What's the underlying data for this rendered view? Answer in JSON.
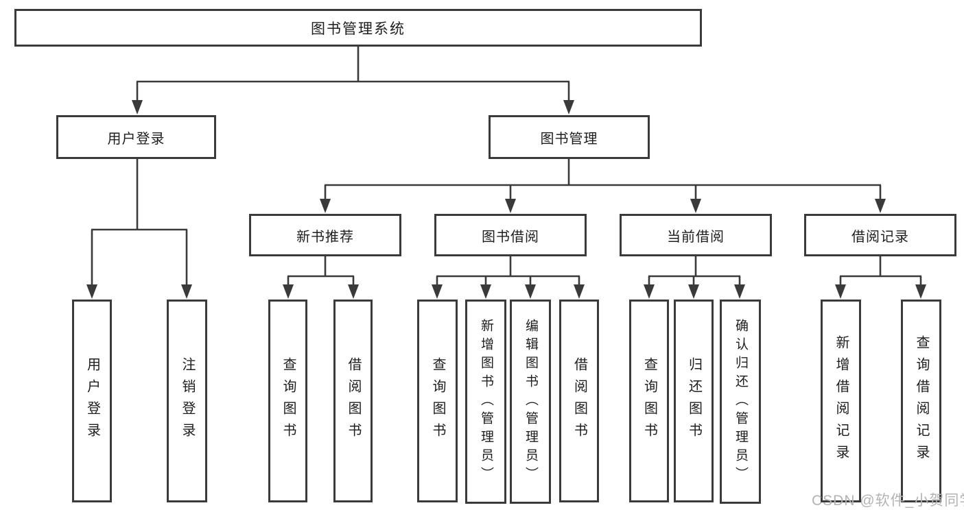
{
  "diagram": {
    "title": "图书管理系统",
    "root": {
      "label": "图书管理系统"
    },
    "branches": [
      {
        "label": "用户登录",
        "children": [
          {
            "label": "用户登录"
          },
          {
            "label": "注销登录"
          }
        ]
      },
      {
        "label": "图书管理",
        "children": [
          {
            "label": "新书推荐",
            "children": [
              {
                "label": "查询图书"
              },
              {
                "label": "借阅图书"
              }
            ]
          },
          {
            "label": "图书借阅",
            "children": [
              {
                "label": "查询图书"
              },
              {
                "label": "新增图书（管理员）"
              },
              {
                "label": "编辑图书（管理员）"
              },
              {
                "label": "借阅图书"
              }
            ]
          },
          {
            "label": "当前借阅",
            "children": [
              {
                "label": "查询图书"
              },
              {
                "label": "归还图书"
              },
              {
                "label": "确认归还（管理员）"
              }
            ]
          },
          {
            "label": "借阅记录",
            "children": [
              {
                "label": "新增借阅记录"
              },
              {
                "label": "查询借阅记录"
              }
            ]
          }
        ]
      }
    ]
  },
  "watermark": {
    "text": "CSDN @软件_小贺同学"
  },
  "colors": {
    "line": "#3a3a3a",
    "text": "#1d1d1d",
    "background": "#ffffff",
    "watermark": "#b3b3b3"
  }
}
